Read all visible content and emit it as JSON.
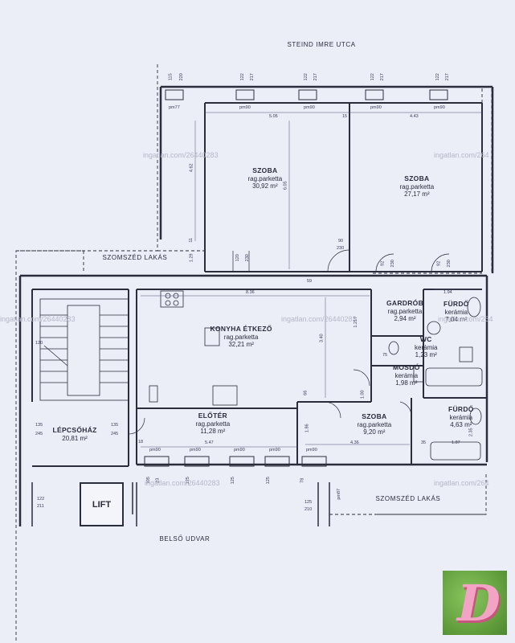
{
  "street": "STEIND IMRE UTCA",
  "neighbor_top": "SZOMSZÉD LAKÁS",
  "neighbor_bottom": "SZOMSZÉD LAKÁS",
  "courtyard": "BELSŐ UDVAR",
  "lift": "LIFT",
  "rooms": {
    "szoba1": {
      "name": "SZOBA",
      "floor": "rag.parketta",
      "area": "30,92 m²"
    },
    "szoba2": {
      "name": "SZOBA",
      "floor": "rag.parketta",
      "area": "27,17 m²"
    },
    "konyha": {
      "name": "KONYHA ÉTKEZŐ",
      "floor": "rag.parketta",
      "area": "32,21 m²"
    },
    "eloter": {
      "name": "ELŐTÉR",
      "floor": "rag.parketta",
      "area": "11,28 m²"
    },
    "lepcsohaz": {
      "name": "LÉPCSŐHÁZ",
      "area": "20,81 m²"
    },
    "gardrob": {
      "name": "GARDRÓB",
      "floor": "rag.parketta",
      "area": "2,94 m²"
    },
    "furdo1": {
      "name": "FÜRDŐ",
      "floor": "kerámia",
      "area": "7,04 m²"
    },
    "wc": {
      "name": "WC",
      "floor": "kerámia",
      "area": "1,23 m²"
    },
    "mosdo": {
      "name": "MOSDÓ",
      "floor": "kerámia",
      "area": "1,98 m²"
    },
    "szoba3": {
      "name": "SZOBA",
      "floor": "rag.parketta",
      "area": "9,20 m²"
    },
    "furdo2": {
      "name": "FÜRDŐ",
      "floor": "kerámia",
      "area": "4,63 m²"
    }
  },
  "dims": {
    "d115": "115",
    "d220": "220",
    "d122": "122",
    "d217": "217",
    "pm77": "pm77",
    "pm90": "pm90",
    "pm87": "pm87",
    "d505": "5.05",
    "d443": "4.43",
    "d15": "15",
    "d605": "6.05",
    "d462": "4.62",
    "d129": "1.29",
    "d11": "11",
    "d90": "90",
    "d230": "230",
    "d120": "120",
    "d230b": "230",
    "d92": "92",
    "d836": "8.36",
    "d340": "3.40",
    "d59": "59",
    "d194": "1.94",
    "d1217": "1.217",
    "d2": "2",
    "d135": "135",
    "d245": "245",
    "d547": "5.47",
    "d436": "4.36",
    "d186": "1.86",
    "d66": "66",
    "d100": "1.00",
    "d187": "1.87",
    "d235": "2.35",
    "d35": "35",
    "d75": "75",
    "d105": "105",
    "d125": "125",
    "d210": "210",
    "d211": "211",
    "d78": "78",
    "d18": "18",
    "d23": "23",
    "d95": "95"
  },
  "watermarks": [
    "ingatlan.com/26440283",
    "ingatlan.com/264",
    "ingatlan.com/26440283",
    "ingatlan.com/26440283",
    "ingatlan.com/264",
    "ingatlan.com/26440283",
    "ingatlan.com/264"
  ]
}
